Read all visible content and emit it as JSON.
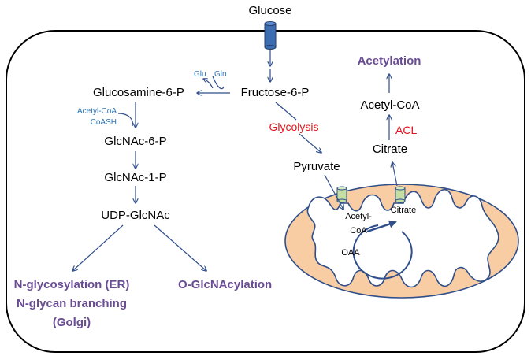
{
  "colors": {
    "arrow": "#2f4e8a",
    "outcome": "#6a4c93",
    "enzyme": "#e8101a",
    "small_label": "#2e75b6",
    "mito_fill": "#f9cda3",
    "transporter": "#c5dfa0",
    "glucose_channel": "#3c6db0"
  },
  "labels": {
    "glucose": "Glucose",
    "fructose6p": "Fructose-6-P",
    "glu": "Glu",
    "gln": "Gln",
    "glucosamine6p": "Glucosamine-6-P",
    "acetylcoa_small": "Acetyl-CoA",
    "coash": "CoASH",
    "glcnac6p": "GlcNAc-6-P",
    "glcnac1p": "GlcNAc-1-P",
    "udpglcnac": "UDP-GlcNAc",
    "glycolysis": "Glycolysis",
    "pyruvate": "Pyruvate",
    "acetylation": "Acetylation",
    "acetylcoa": "Acetyl-CoA",
    "acl": "ACL",
    "citrate": "Citrate",
    "mito_citrate": "Citrate",
    "mito_acetyl_1": "Acetyl-",
    "mito_acetyl_2": "CoA",
    "oaa": "OAA",
    "nglyco_1": "N-glycosylation (ER)",
    "nglyco_2": "N-glycan branching",
    "nglyco_3": "(Golgi)",
    "oglcnac": "O-GlcNAcylation"
  }
}
